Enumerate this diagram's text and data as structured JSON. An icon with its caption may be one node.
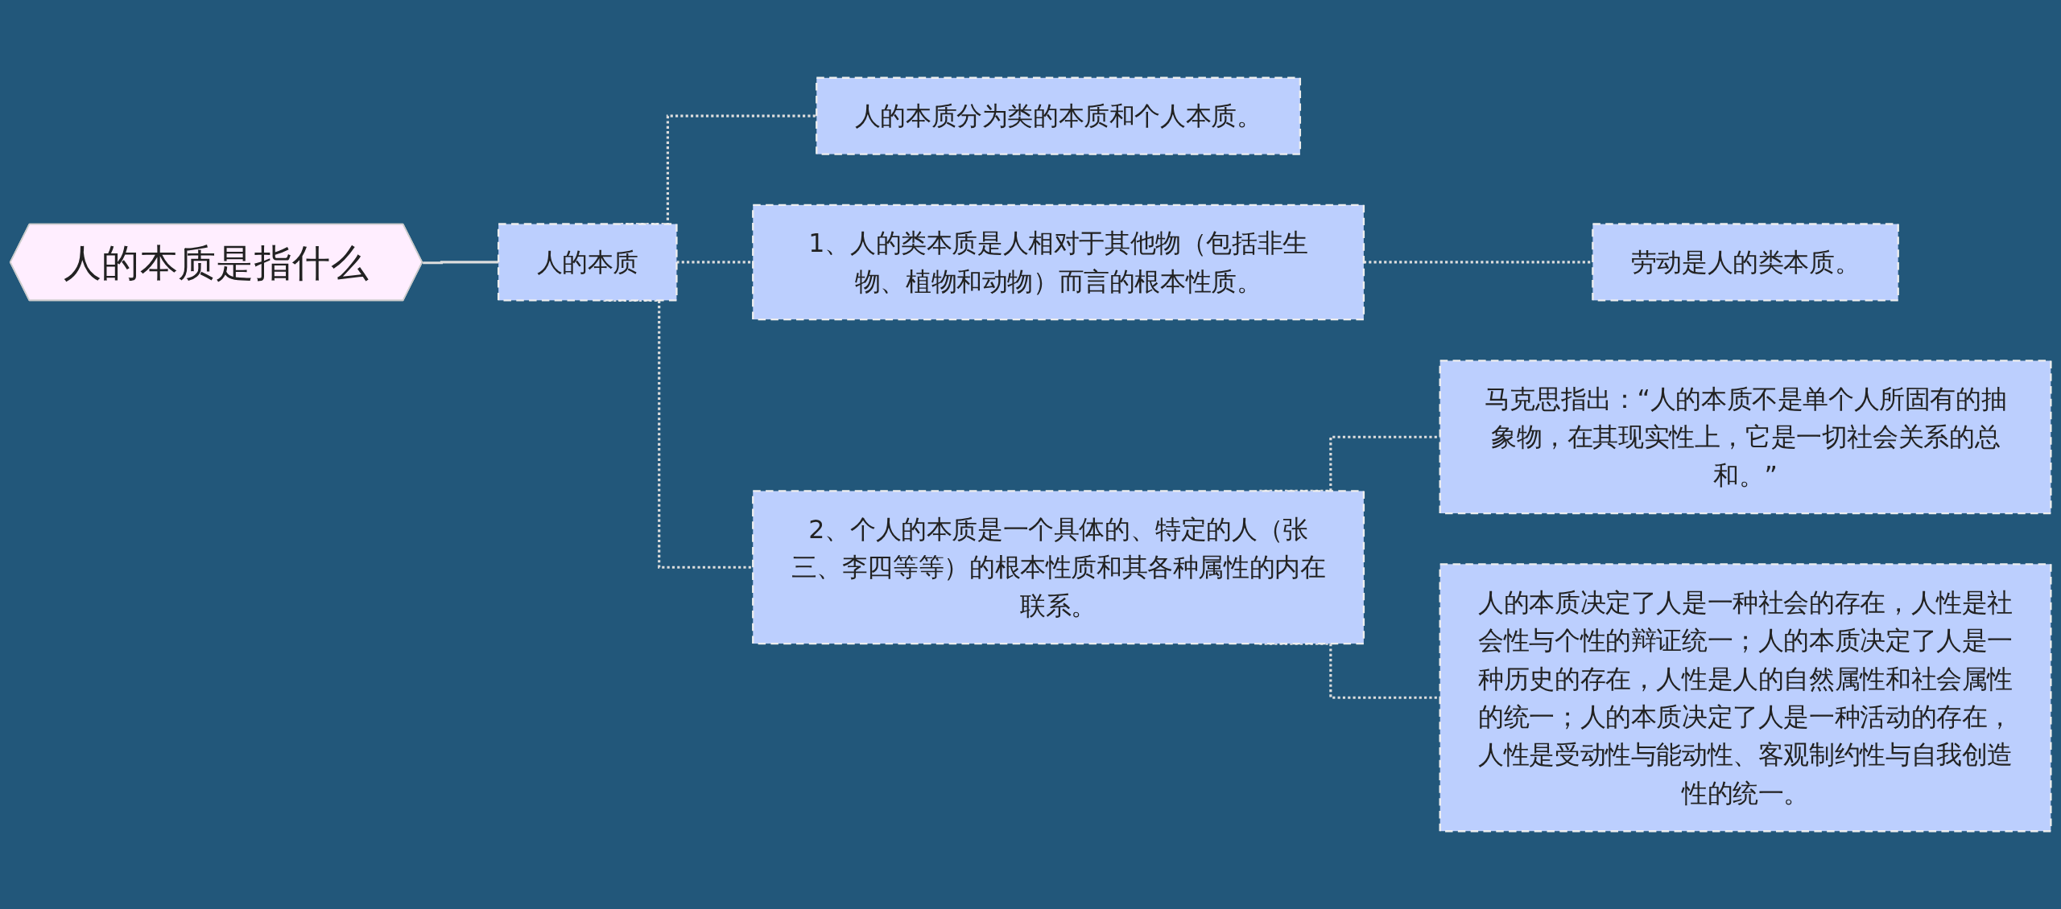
{
  "diagram": {
    "nodes": [
      {
        "text": [
          "人的本质是指什么"
        ]
      },
      {
        "text": [
          "人的本质"
        ]
      },
      {
        "text": [
          "人的本质分为类的本质和个人本质。"
        ]
      },
      {
        "text": [
          "1、人的类本质是人相对于其他物（包括非生物、植物和动物）而言的根本性质。"
        ]
      },
      {
        "text": [
          "劳动是人的类本质。"
        ]
      },
      {
        "text": [
          "2、个人的本质是一个具体的、特定的人（张三、李四等等）的根本性质和其各种属性的内在联系。"
        ]
      },
      {
        "text": [
          "马克思指出：“人的本质不是单个人所固有的抽象物，在其现实性上，它是一切社会关系的总和。”"
        ]
      },
      {
        "text": [
          "人的本质决定了人是一种社会的存在，人性是社会性与个性的辩证统一；人的本质决定了人是一种历史的存在，人性是人的自然属性和社会属性的统一；人的本质决定了人是一种活动的存在，人性是受动性与能动性、客观制约性与自我创造性的统一。"
        ]
      }
    ],
    "edges": [
      {
        "from": 0,
        "to": 1,
        "arrow": "none"
      },
      {
        "from": 1,
        "to": 2,
        "arrow": "none",
        "style": "dashed"
      },
      {
        "from": 1,
        "to": 3,
        "arrow": "none",
        "style": "dashed"
      },
      {
        "from": 1,
        "to": 5,
        "arrow": "none",
        "style": "dashed"
      },
      {
        "from": 3,
        "to": 4,
        "arrow": "none",
        "style": "dashed"
      },
      {
        "from": 5,
        "to": 6,
        "arrow": "none",
        "style": "dashed"
      },
      {
        "from": 5,
        "to": 7,
        "arrow": "none",
        "style": "dashed"
      }
    ]
  }
}
